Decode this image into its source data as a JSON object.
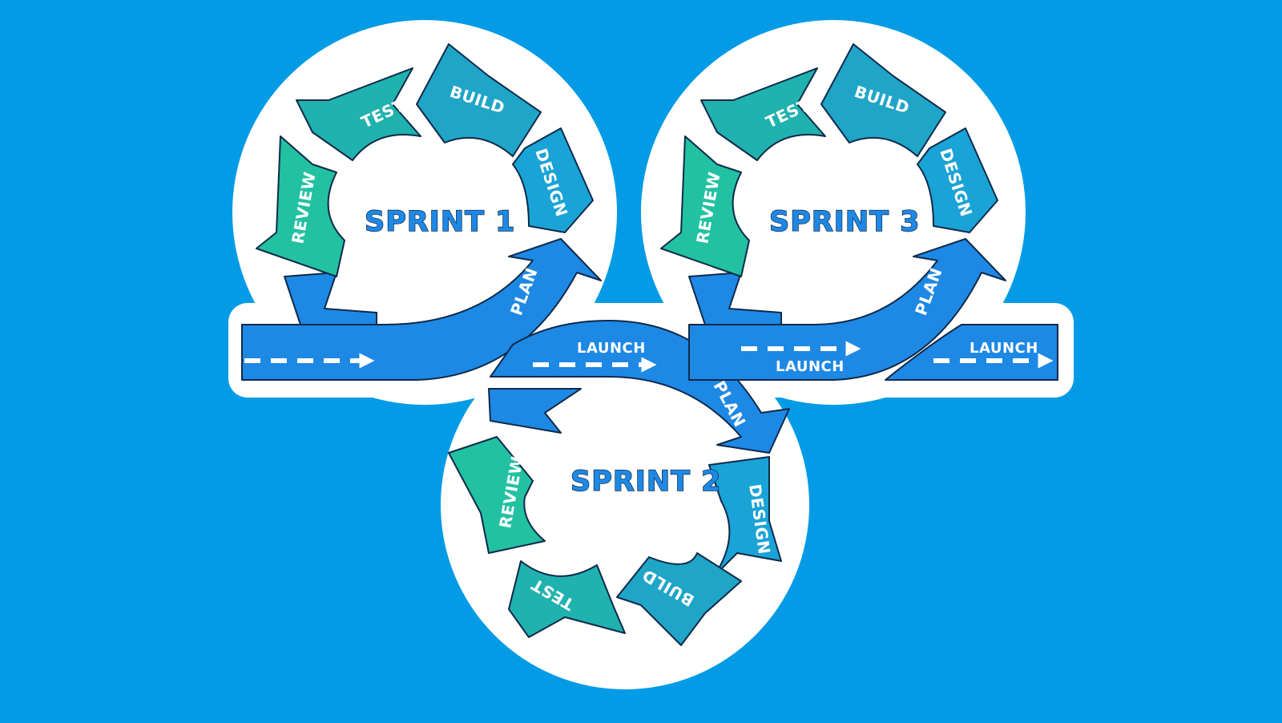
{
  "colors": {
    "background": "#039be5",
    "sticker": "#ffffff",
    "track": "#1e88e5",
    "design": "#1aa3d6",
    "build": "#1fa5c8",
    "test": "#20b2ae",
    "review": "#22c1a2",
    "title_fill": "#1e88e5",
    "outline": "#0d2a4a"
  },
  "sprints": [
    {
      "title": "SPRINT 1",
      "segments": {
        "plan": "PLAN",
        "design": "DESIGN",
        "build": "BUILD",
        "test": "TEST",
        "review": "REVIEW"
      }
    },
    {
      "title": "SPRINT 2",
      "segments": {
        "plan": "PLAN",
        "design": "DESIGN",
        "build": "BUILD",
        "test": "TEST",
        "review": "REVIEW"
      }
    },
    {
      "title": "SPRINT 3",
      "segments": {
        "plan": "PLAN",
        "design": "DESIGN",
        "build": "BUILD",
        "test": "TEST",
        "review": "REVIEW"
      }
    }
  ],
  "launch_labels": [
    "LAUNCH",
    "LAUNCH",
    "LAUNCH"
  ]
}
